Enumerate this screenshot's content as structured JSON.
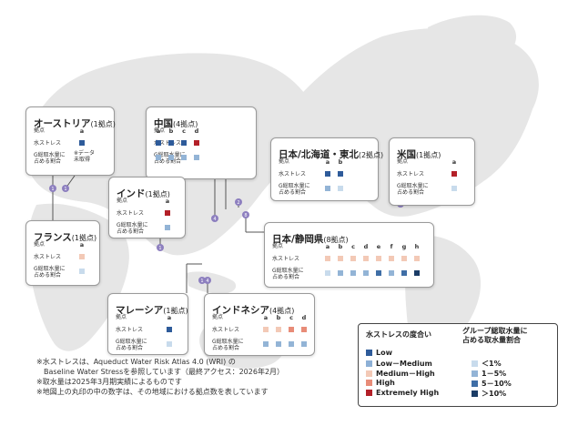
{
  "colors": {
    "stress": {
      "low": "#2e5b9a",
      "low_medium": "#8db0d6",
      "medium_high": "#f3c9b6",
      "high": "#e88c78",
      "extremely_high": "#b32028"
    },
    "share": {
      "lt1": "#c8dbec",
      "1to5": "#93b4d6",
      "5to10": "#3f6ea6",
      "gt10": "#1b3c66"
    }
  },
  "sites": [
    {
      "id": "austria",
      "name": "オーストリア",
      "count": "(1拠点)",
      "header": "拠点",
      "cols": [
        "a"
      ],
      "stress_label": "水ストレス",
      "share_label": "G総取水量に\n占める割合",
      "stress": [
        "low"
      ],
      "share": [
        null
      ],
      "note": "※データ\n未取得"
    },
    {
      "id": "china",
      "name": "中国",
      "count": "(4拠点)",
      "header": "拠点",
      "cols": [
        "a",
        "b",
        "c",
        "d"
      ],
      "stress_label": "水ストレス",
      "share_label": "G総取水量に\n占める割合",
      "stress": [
        "low",
        "low",
        "low",
        "extremely_high"
      ],
      "share": [
        "1to5",
        "1to5",
        "1to5",
        "1to5"
      ]
    },
    {
      "id": "india",
      "name": "インド",
      "count": "(1拠点)",
      "header": "拠点",
      "cols": [
        "a"
      ],
      "stress_label": "水ストレス",
      "share_label": "G総取水量に\n占める割合",
      "stress": [
        "extremely_high"
      ],
      "share": [
        "1to5"
      ]
    },
    {
      "id": "japan_hokkaido",
      "name": "日本/北海道・東北",
      "count": "(2拠点)",
      "header": "拠点",
      "cols": [
        "a",
        "b"
      ],
      "stress_label": "水ストレス",
      "share_label": "G総取水量に\n占める割合",
      "stress": [
        "low",
        "low"
      ],
      "share": [
        "1to5",
        "lt1"
      ]
    },
    {
      "id": "usa",
      "name": "米国",
      "count": "(1拠点)",
      "header": "拠点",
      "cols": [
        "a"
      ],
      "stress_label": "水ストレス",
      "share_label": "G総取水量に\n占める割合",
      "stress": [
        "extremely_high"
      ],
      "share": [
        "lt1"
      ]
    },
    {
      "id": "france",
      "name": "フランス",
      "count": "(1拠点)",
      "header": "拠点",
      "cols": [
        "a"
      ],
      "stress_label": "水ストレス",
      "share_label": "G総取水量に\n占める割合",
      "stress": [
        "medium_high"
      ],
      "share": [
        "lt1"
      ]
    },
    {
      "id": "japan_shizuoka",
      "name": "日本/静岡県",
      "count": "(8拠点)",
      "header": "拠点",
      "cols": [
        "a",
        "b",
        "c",
        "d",
        "e",
        "f",
        "g",
        "h"
      ],
      "stress_label": "水ストレス",
      "share_label": "G総取水量に\n占める割合",
      "stress": [
        "medium_high",
        "medium_high",
        "medium_high",
        "medium_high",
        "medium_high",
        "medium_high",
        "medium_high",
        "medium_high"
      ],
      "share": [
        "lt1",
        "1to5",
        "1to5",
        "1to5",
        "5to10",
        "1to5",
        "5to10",
        "gt10"
      ]
    },
    {
      "id": "malaysia",
      "name": "マレーシア",
      "count": "(1拠点)",
      "header": "拠点",
      "cols": [
        "a"
      ],
      "stress_label": "水ストレス",
      "share_label": "G総取水量に\n占める割合",
      "stress": [
        "low"
      ],
      "share": [
        "lt1"
      ]
    },
    {
      "id": "indonesia",
      "name": "インドネシア",
      "count": "(4拠点)",
      "header": "拠点",
      "cols": [
        "a",
        "b",
        "c",
        "d"
      ],
      "stress_label": "水ストレス",
      "share_label": "G総取水量に\n占める割合",
      "stress": [
        "medium_high",
        "medium_high",
        "high",
        "high"
      ],
      "share": [
        "1to5",
        "1to5",
        "1to5",
        "1to5"
      ]
    }
  ],
  "markers": [
    {
      "label": "1"
    },
    {
      "label": "1"
    },
    {
      "label": "1"
    },
    {
      "label": "4"
    },
    {
      "label": "2"
    },
    {
      "label": "8"
    },
    {
      "label": "1"
    },
    {
      "label": "1"
    },
    {
      "label": "4"
    }
  ],
  "legend": {
    "stress_title": "水ストレスの度合い",
    "share_title": "グループ総取水量に\n占める取水量割合",
    "stress_items": [
      {
        "key": "low",
        "label": "Low"
      },
      {
        "key": "low_medium",
        "label": "Low－Medium"
      },
      {
        "key": "medium_high",
        "label": "Medium－High"
      },
      {
        "key": "high",
        "label": "High"
      },
      {
        "key": "extremely_high",
        "label": "Extremely High"
      }
    ],
    "share_items": [
      {
        "key": "lt1",
        "label": "＜1%"
      },
      {
        "key": "1to5",
        "label": "1－5%"
      },
      {
        "key": "5to10",
        "label": "5－10%"
      },
      {
        "key": "gt10",
        "label": "＞10%"
      }
    ]
  },
  "notes": [
    "※水ストレスは、Aqueduct Water Risk Atlas 4.0 (WRI) の",
    "　Baseline Water Stressを参照しています（最終アクセス：2026年2月）",
    "※取水量は2025年3月期実績によるものです",
    "※地図上の丸印の中の数字は、その地域における拠点数を表しています"
  ]
}
